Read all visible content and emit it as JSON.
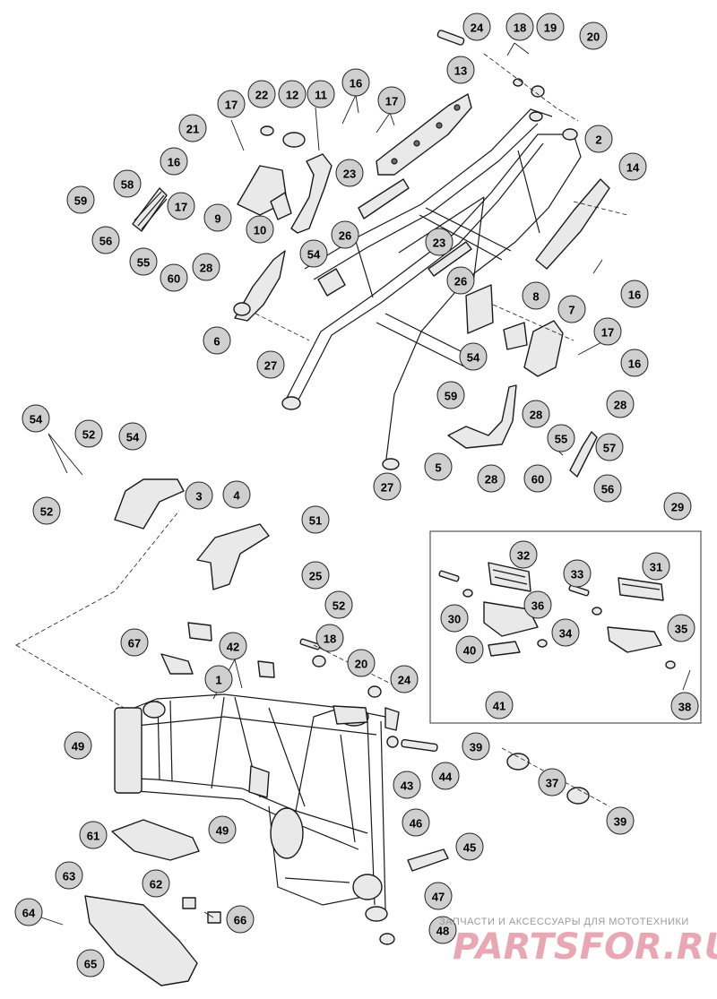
{
  "callouts": [
    "24",
    "18",
    "19",
    "20",
    "13",
    "2",
    "22",
    "12",
    "11",
    "16",
    "17",
    "21",
    "17",
    "23",
    "14",
    "16",
    "17",
    "58",
    "59",
    "56",
    "55",
    "60",
    "9",
    "10",
    "26",
    "23",
    "54",
    "28",
    "6",
    "17",
    "16",
    "27",
    "8",
    "7",
    "26",
    "54",
    "16",
    "28",
    "59",
    "28",
    "5",
    "60",
    "55",
    "57",
    "56",
    "27",
    "28",
    "54",
    "52",
    "54",
    "3",
    "52",
    "4",
    "51",
    "25",
    "52",
    "29",
    "32",
    "31",
    "33",
    "30",
    "36",
    "35",
    "34",
    "40",
    "41",
    "38",
    "67",
    "42",
    "18",
    "20",
    "1",
    "24",
    "49",
    "39",
    "37",
    "43",
    "44",
    "39",
    "49",
    "61",
    "62",
    "46",
    "45",
    "63",
    "66",
    "64",
    "65",
    "47",
    "48"
  ],
  "watermark": {
    "caption": "ЗАПЧАСТИ И АКСЕССУАРЫ ДЛЯ МОТОТЕХНИКИ",
    "logo": "PARTSFOR.RU"
  }
}
